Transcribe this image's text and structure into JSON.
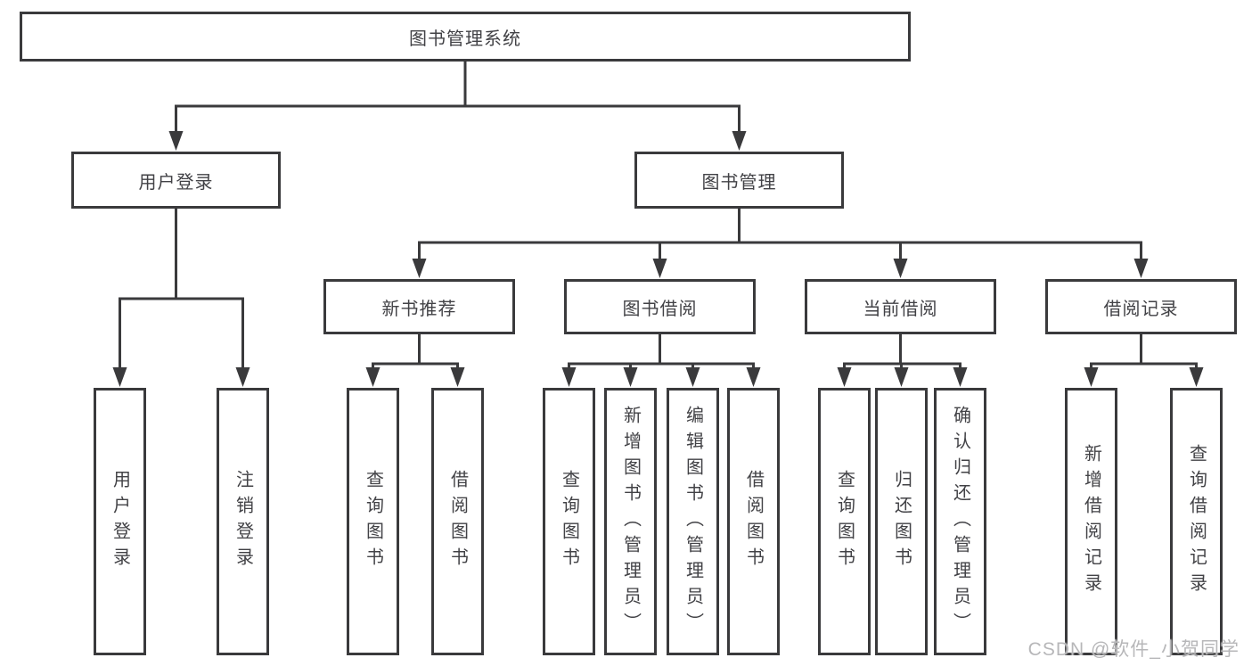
{
  "diagram_type": "hierarchy-tree",
  "tree": {
    "root": {
      "label": "图书管理系统"
    },
    "children": [
      {
        "label": "用户登录",
        "children": [
          {
            "label": "用户登录"
          },
          {
            "label": "注销登录"
          }
        ]
      },
      {
        "label": "图书管理",
        "children": [
          {
            "label": "新书推荐",
            "children": [
              {
                "label": "查询图书"
              },
              {
                "label": "借阅图书"
              }
            ]
          },
          {
            "label": "图书借阅",
            "children": [
              {
                "label": "查询图书"
              },
              {
                "label": "新增图书（管理员）"
              },
              {
                "label": "编辑图书（管理员）"
              },
              {
                "label": "借阅图书"
              }
            ]
          },
          {
            "label": "当前借阅",
            "children": [
              {
                "label": "查询图书"
              },
              {
                "label": "归还图书"
              },
              {
                "label": "确认归还（管理员）"
              }
            ]
          },
          {
            "label": "借阅记录",
            "children": [
              {
                "label": "新增借阅记录"
              },
              {
                "label": "查询借阅记录"
              }
            ]
          }
        ]
      }
    ]
  },
  "watermark": {
    "text": "CSDN @软件_小贺同学"
  },
  "colors": {
    "line": "#3a3a3c",
    "box_border": "#3a3a3c",
    "box_background": "#ffffff",
    "text": "#424246",
    "watermark": "#b7b7b9",
    "page_background": "#ffffff"
  }
}
